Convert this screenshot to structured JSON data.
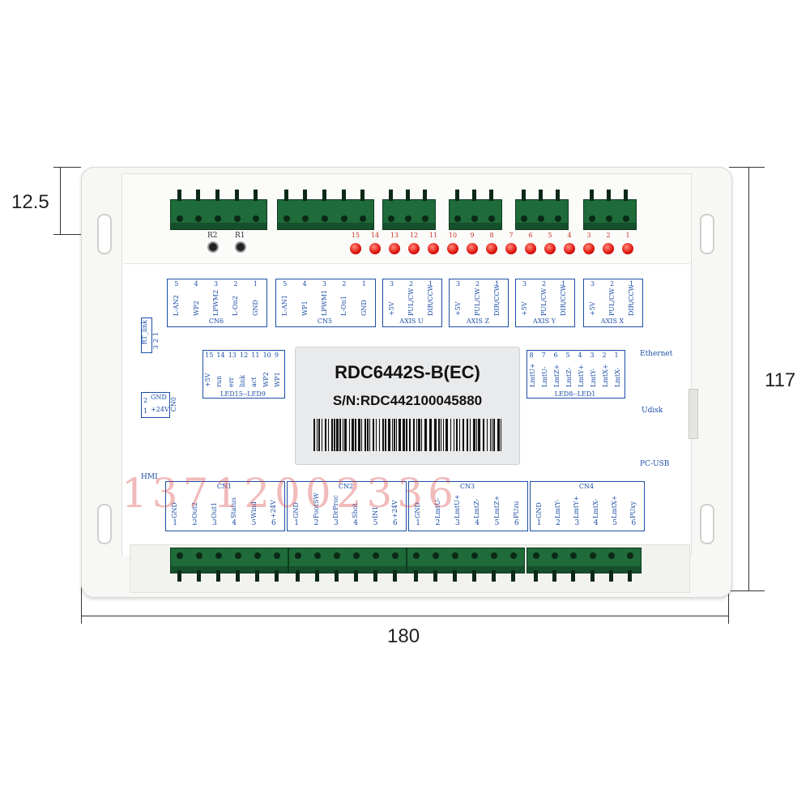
{
  "dimensions": {
    "top_margin": "12.5",
    "height": "117",
    "width": "180"
  },
  "label": {
    "model": "RDC6442S-B(EC)",
    "serial": "S/N:RDC442100045880"
  },
  "indicators": {
    "r_leds": [
      "R2",
      "R1"
    ],
    "leds": [
      "15",
      "14",
      "13",
      "12",
      "11",
      "10",
      "9",
      "8",
      "7",
      "6",
      "5",
      "4",
      "3",
      "2",
      "1"
    ]
  },
  "top_connectors": [
    {
      "name": "CN6",
      "pins": [
        "5",
        "4",
        "3",
        "2",
        "1"
      ],
      "signals": [
        "L-AN2",
        "WP2",
        "LPWM2",
        "L-On2",
        "GND"
      ]
    },
    {
      "name": "CN5",
      "pins": [
        "5",
        "4",
        "3",
        "2",
        "1"
      ],
      "signals": [
        "L-AN1",
        "WP1",
        "LPWM1",
        "L-On1",
        "GND"
      ]
    },
    {
      "name": "AXIS U",
      "pins": [
        "3",
        "2",
        "1"
      ],
      "signals": [
        "+5V",
        "PUL/CW",
        "DIR/CCW"
      ]
    },
    {
      "name": "AXIS Z",
      "pins": [
        "3",
        "2",
        "1"
      ],
      "signals": [
        "+5V",
        "PUL/CW",
        "DIR/CCW"
      ]
    },
    {
      "name": "AXIS Y",
      "pins": [
        "3",
        "2",
        "1"
      ],
      "signals": [
        "+5V",
        "PUL/CW",
        "DIR/CCW"
      ]
    },
    {
      "name": "AXIS X",
      "pins": [
        "3",
        "2",
        "1"
      ],
      "signals": [
        "+5V",
        "PUL/CW",
        "DIR/CCW"
      ]
    }
  ],
  "led_groups": [
    {
      "name": "LED15--LED9",
      "nums": [
        "15",
        "14",
        "13",
        "12",
        "11",
        "10",
        "9"
      ],
      "signals": [
        "+5V",
        "run",
        "err",
        "link",
        "act",
        "WP2",
        "WP1"
      ]
    },
    {
      "name": "LED8--LED1",
      "nums": [
        "8",
        "7",
        "6",
        "5",
        "4",
        "3",
        "2",
        "1"
      ],
      "signals": [
        "LmtU+",
        "LmtU-",
        "LmtZ+",
        "LmtZ-",
        "LmtY+",
        "LmtY-",
        "LmtX+",
        "LmtX-"
      ]
    }
  ],
  "left_connectors": {
    "rt_link": {
      "nums": [
        "3",
        "2",
        "1"
      ],
      "signal": "RT_link"
    },
    "cn0": {
      "name": "CN0",
      "nums": [
        "2",
        "1"
      ],
      "signals": [
        "GND",
        "+24V"
      ]
    }
  },
  "side_labels": {
    "ethernet": "Ethernet",
    "udisk": "Udisk",
    "pcusb": "PC-USB",
    "hmi": "HMI"
  },
  "bottom_connectors": [
    {
      "name": "CN1",
      "signals": [
        "GND",
        "Out2",
        "Out1",
        "Status",
        "Wind",
        "+24V"
      ],
      "pins": [
        "1",
        "2",
        "3",
        "4",
        "5",
        "6"
      ]
    },
    {
      "name": "CN2",
      "signals": [
        "GND",
        "FootSW",
        "DrProc",
        "Shot",
        "IN1",
        "+24V"
      ],
      "pins": [
        "1",
        "2",
        "3",
        "4",
        "5",
        "6"
      ]
    },
    {
      "name": "CN3",
      "signals": [
        "GND",
        "LmtU-",
        "LmtU+",
        "LmtZ-",
        "LmtZ+",
        "PUzu"
      ],
      "pins": [
        "1",
        "2",
        "3",
        "4",
        "5",
        "6"
      ]
    },
    {
      "name": "CN4",
      "signals": [
        "GND",
        "LmtY-",
        "LmtY+",
        "LmtX-",
        "LmtX+",
        "PUxy"
      ],
      "pins": [
        "1",
        "2",
        "3",
        "4",
        "5",
        "6"
      ]
    }
  ],
  "watermark": "13712002336",
  "colors": {
    "terminal": "#1f6b3a",
    "led": "#e0140c",
    "silkscreen": "#1d4fa6",
    "watermark": "#d73c3c"
  }
}
